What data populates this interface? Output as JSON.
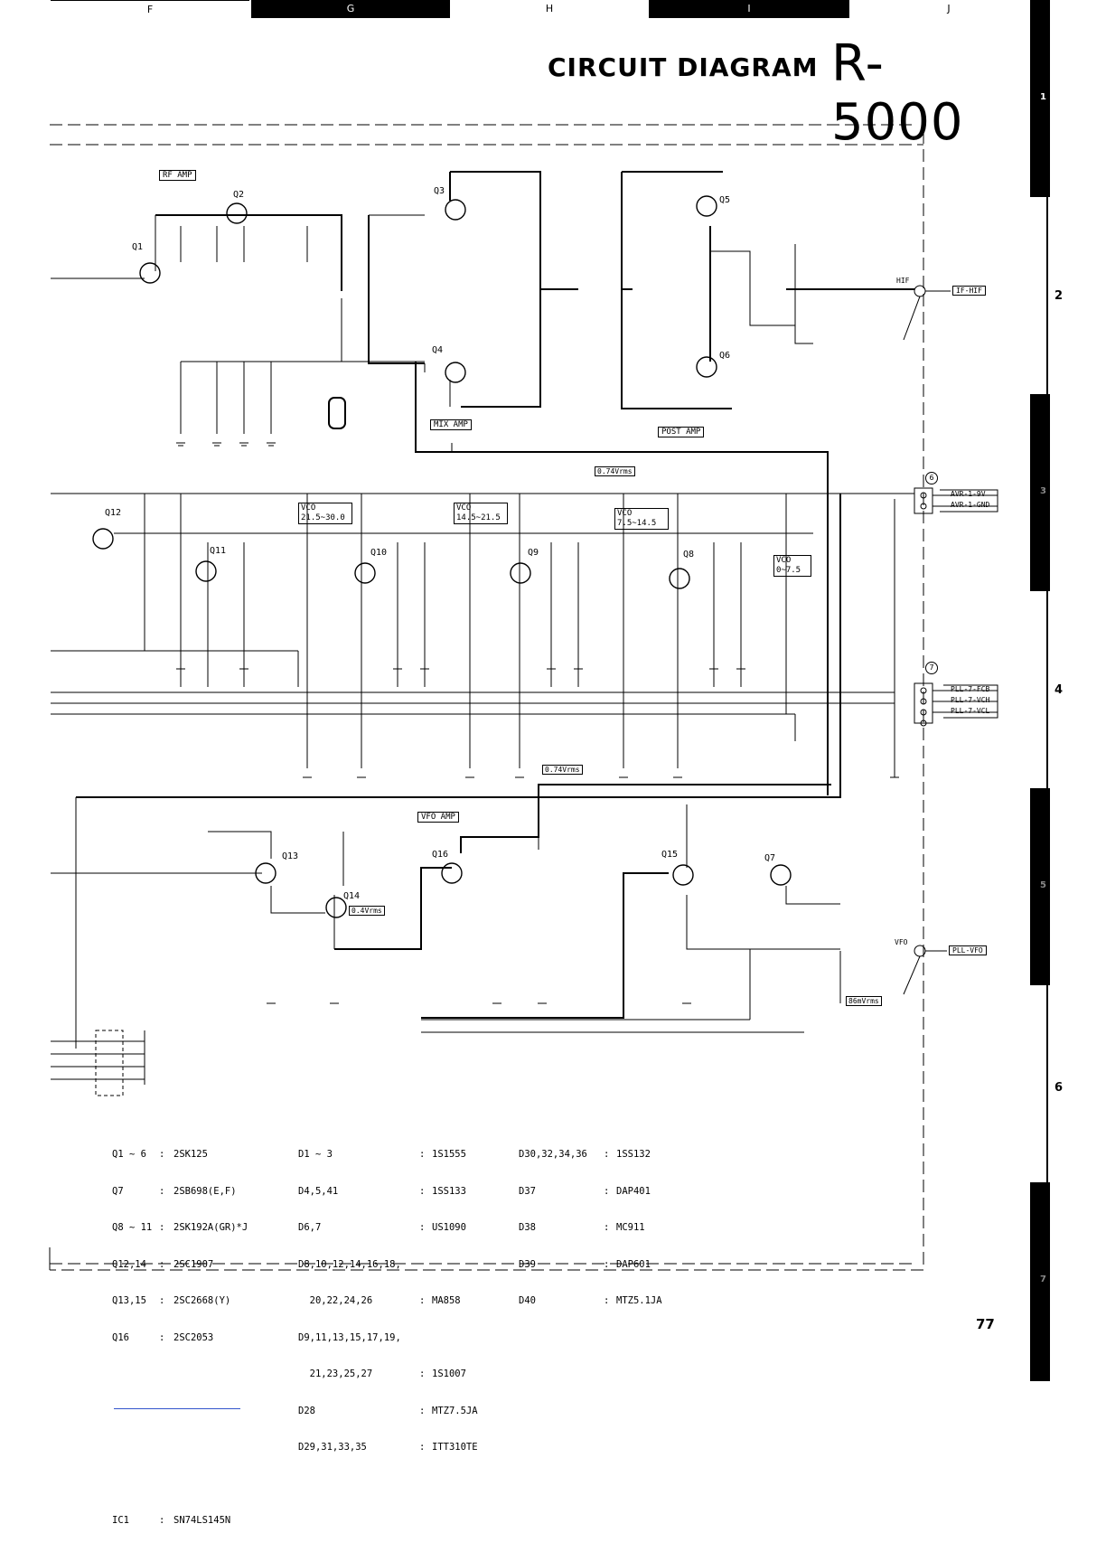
{
  "header": {
    "column_bands": [
      "F",
      "G",
      "H",
      "I",
      "J"
    ],
    "title_prefix": "CIRCUIT DIAGRAM",
    "title_model": "R-5000"
  },
  "side_markers": [
    "1",
    "2",
    "3",
    "4",
    "5",
    "6",
    "7"
  ],
  "page_number": "77",
  "blocks": {
    "rf_amp": "RF AMP",
    "mix_amp": "MIX AMP",
    "post_amp": "POST AMP",
    "vfo_amp": "VFO AMP",
    "vco1": "VCO 21.5~30.0",
    "vco2": "VCO 14.5~21.5",
    "vco3": "VCO 7.5~14.5",
    "vco4": "VCO 0~7.5"
  },
  "connectors": {
    "hif": "HIF",
    "if_hif": "IF-HIF",
    "avr_num": "6",
    "avr_9v": "AVR-1-9V",
    "avr_gnd": "AVR-1-GND",
    "pll_num": "7",
    "pll_fcb": "PLL-7-FCB",
    "pll_vch": "PLL-7-VCH",
    "pll_vcl": "PLL-7-VCL",
    "vfo": "VFO",
    "pll_vfo": "PLL-VFO"
  },
  "signal_labels": {
    "lvl1": "0.74Vrms",
    "lvl2": "0.74Vrms",
    "lvl3": "0.4Vrms",
    "lvl4": "86mVrms"
  },
  "transistor_labels": [
    "Q1",
    "Q2",
    "Q3",
    "Q4",
    "Q5",
    "Q6",
    "Q7",
    "Q8",
    "Q9",
    "Q10",
    "Q11",
    "Q12",
    "Q13",
    "Q14",
    "Q15",
    "Q16"
  ],
  "parts_table": {
    "col1": [
      [
        "Q1 ~ 6",
        ":",
        "2SK125"
      ],
      [
        "Q7",
        ":",
        "2SB698(E,F)"
      ],
      [
        "Q8 ~ 11",
        ":",
        "2SK192A(GR)*J"
      ],
      [
        "Q12,14",
        ":",
        "2SC1907"
      ],
      [
        "Q13,15",
        ":",
        "2SC2668(Y)"
      ],
      [
        "Q16",
        ":",
        "2SC2053"
      ],
      [
        "",
        "",
        ""
      ],
      [
        "",
        "",
        ""
      ],
      [
        "IC1",
        ":",
        "SN74LS145N"
      ]
    ],
    "col2": [
      [
        "D1 ~ 3",
        ":",
        "1S1555"
      ],
      [
        "D4,5,41",
        ":",
        "1SS133"
      ],
      [
        "D6,7",
        ":",
        "US1090"
      ],
      [
        "D8,10,12,14,16,18,",
        "",
        ""
      ],
      [
        "  20,22,24,26",
        ":",
        "MA858"
      ],
      [
        "D9,11,13,15,17,19,",
        "",
        ""
      ],
      [
        "  21,23,25,27",
        ":",
        "1S1007"
      ],
      [
        "D28",
        ":",
        "MTZ7.5JA"
      ],
      [
        "D29,31,33,35",
        ":",
        "ITT310TE"
      ]
    ],
    "col3": [
      [
        "D30,32,34,36",
        ":",
        "1SS132"
      ],
      [
        "D37",
        ":",
        "DAP401"
      ],
      [
        "D38",
        ":",
        "MC911"
      ],
      [
        "D39",
        ":",
        "DAP601"
      ],
      [
        "D40",
        ":",
        "MTZ5.1JA"
      ]
    ]
  }
}
